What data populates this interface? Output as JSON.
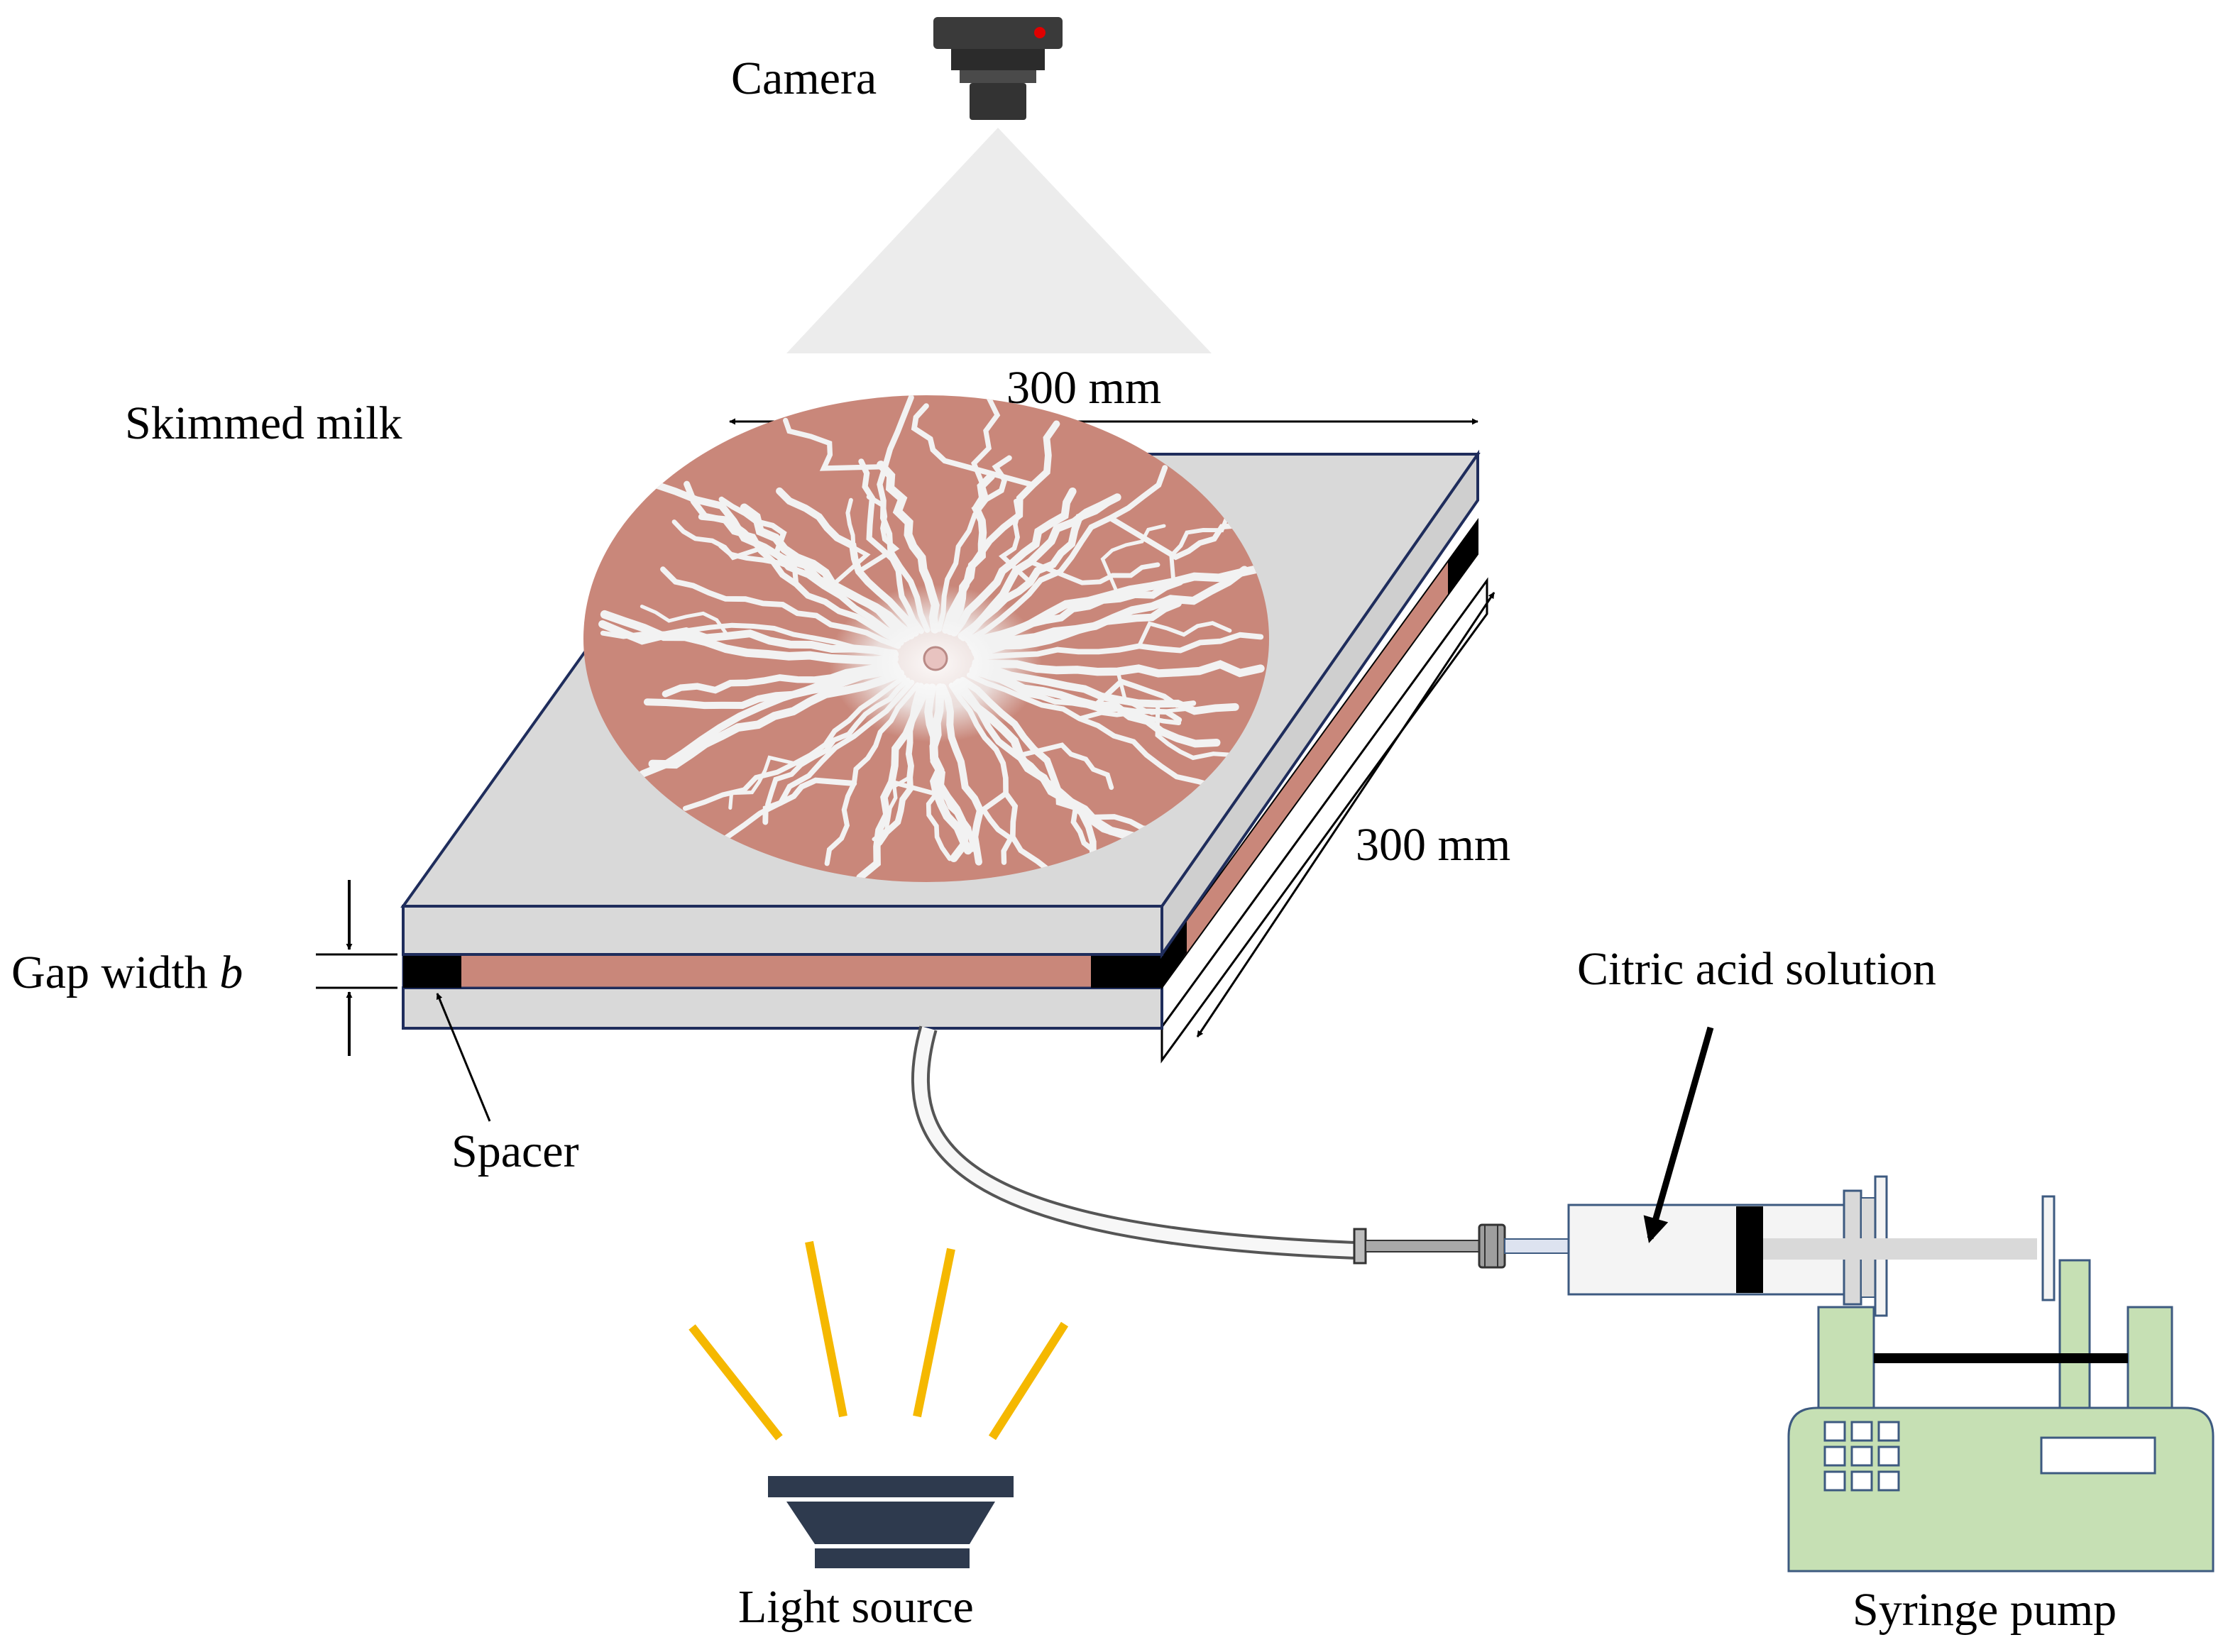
{
  "labels": {
    "camera": "Camera",
    "skimmed_milk": "Skimmed milk",
    "width_top": "300 mm",
    "width_side": "300 mm",
    "gap_width_prefix": "Gap width ",
    "gap_width_symbol": "b",
    "spacer": "Spacer",
    "citric_acid": "Citric acid solution",
    "light_source": "Light source",
    "syringe_pump": "Syringe pump"
  },
  "colors": {
    "plate": "#d9d9d9",
    "plate_edge": "#1f2d5c",
    "milk": "#c9877a",
    "finger": "#f2f2f2",
    "spacer": "#000000",
    "camera_body": "#3a3a3a",
    "camera_led": "#e00000",
    "light_ray": "#f5b800",
    "light_body": "#2e3a4e",
    "pump_body": "#c6e0b4",
    "pump_edge": "#3d5a80"
  },
  "icons": {
    "camera": "camera-icon",
    "light": "light-source-icon",
    "pump": "syringe-pump-icon",
    "syringe": "syringe-icon"
  }
}
